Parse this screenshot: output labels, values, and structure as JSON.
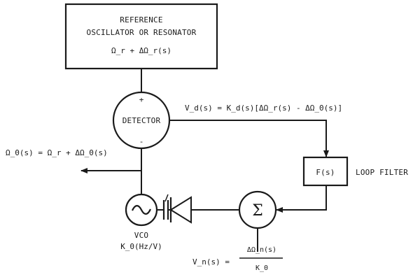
{
  "blocks": {
    "reference": {
      "line1": "REFERENCE",
      "line2": "OSCILLATOR OR RESONATOR",
      "signal": "Ω_r + ΔΩ_r(s)"
    },
    "detector": {
      "label": "DETECTOR",
      "plus": "+",
      "minus": "-"
    },
    "loop_filter": {
      "label": "F(s)",
      "caption": "LOOP FILTER"
    },
    "summer": {
      "symbol": "Σ"
    },
    "vco": {
      "symbol": "~",
      "label": "VCO",
      "gain": "K_0(Hz/V)"
    }
  },
  "equations": {
    "detector_output": "V_d(s) = K_d(s)[ΔΩ_r(s) - ΔΩ_0(s)]",
    "output": "Ω_0(s) = Ω_r + ΔΩ_0(s)",
    "noise_lhs": "V_n(s) =",
    "noise_num": "ΔΩ_n(s)",
    "noise_den": "K_0"
  }
}
